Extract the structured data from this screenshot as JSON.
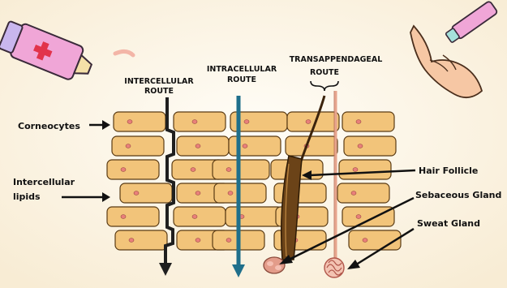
{
  "routes": {
    "intercellular": [
      "INTERCELLULAR",
      "ROUTE"
    ],
    "intracellular": [
      "INTRACELLULAR",
      "ROUTE"
    ],
    "transappendageal": [
      "TRANSAPPENDAGEAL",
      "ROUTE"
    ]
  },
  "labels": {
    "corneocytes": "Corneocytes",
    "intercellular_lipids": [
      "Intercellular",
      "lipids"
    ],
    "hair_follicle": "Hair Follicle",
    "sebaceous_gland": "Sebaceous Gland",
    "sweat_gland": "Sweat Gland"
  },
  "colors": {
    "background": "#fdf6e8",
    "cell_fill": "#f2c47a",
    "cell_stroke": "#5a3b14",
    "nucleus": "#e9807a",
    "intercellular_arrow": "#1f1f1f",
    "intracellular_arrow": "#1f6f8b",
    "hair": "#3b230c",
    "sweat_duct": "#e7a58e",
    "gland": "#e39c8a",
    "tube_body": "#f0a6d7",
    "tube_cap": "#c9b6ee",
    "tube_cross": "#e2334b"
  },
  "icons": {
    "ointment_tube": "ointment-tube-icon",
    "hand_applying_cream": "hand-cream-icon"
  }
}
